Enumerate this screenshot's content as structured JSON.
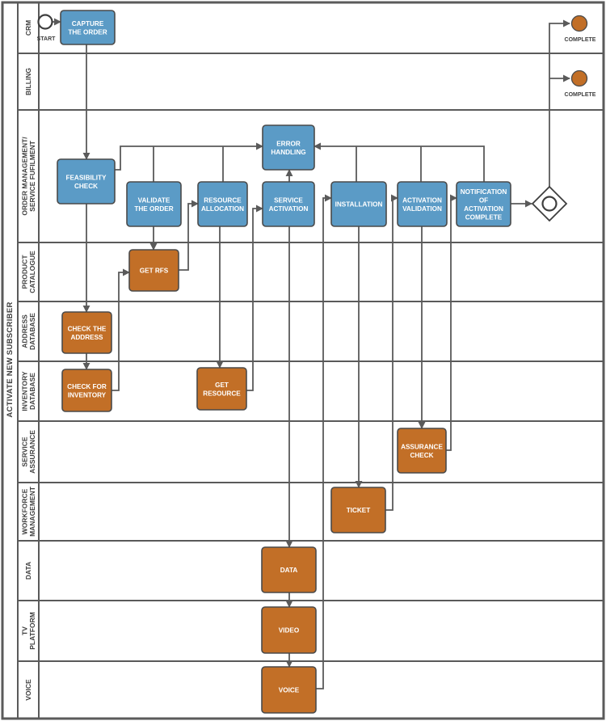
{
  "pool": {
    "title": "ACTIVATE NEW SUBSCRIBER"
  },
  "lanes": [
    {
      "id": "crm",
      "lines": [
        "CRM"
      ]
    },
    {
      "id": "billing",
      "lines": [
        "BILLING"
      ]
    },
    {
      "id": "order-management",
      "lines": [
        "ORDER MANAGEMENT/",
        "SERVICE FUFILMENT"
      ]
    },
    {
      "id": "product-catalogue",
      "lines": [
        "PRODUCT",
        "CATALOGUE"
      ]
    },
    {
      "id": "address-database",
      "lines": [
        "ADDRESS",
        "DATABASE"
      ]
    },
    {
      "id": "inventory-database",
      "lines": [
        "INVENTORY",
        "DATABASE"
      ]
    },
    {
      "id": "service-assurance",
      "lines": [
        "SERVICE",
        "ASSURANCE"
      ]
    },
    {
      "id": "workforce-management",
      "lines": [
        "WORKFORCE",
        "MANAGEMENT"
      ]
    },
    {
      "id": "data",
      "lines": [
        "DATA"
      ]
    },
    {
      "id": "tv-platform",
      "lines": [
        "TV",
        "PLATFORM"
      ]
    },
    {
      "id": "voice",
      "lines": [
        "VOICE"
      ]
    }
  ],
  "events": {
    "start_label": "START",
    "end_crm_label": "Complete",
    "end_billing_label": "Complete"
  },
  "tasks": [
    {
      "id": "capture-order",
      "kind": "blue",
      "lines": [
        "CAPTURE",
        "THE ORDER"
      ]
    },
    {
      "id": "feasibility-check",
      "kind": "blue",
      "lines": [
        "FEASIBILITY",
        "CHECK"
      ]
    },
    {
      "id": "validate-order",
      "kind": "blue",
      "lines": [
        "VALIDATE",
        "THE ORDER"
      ]
    },
    {
      "id": "resource-allocation",
      "kind": "blue",
      "lines": [
        "RESOURCE",
        "ALLOCATION"
      ]
    },
    {
      "id": "service-activation",
      "kind": "blue",
      "lines": [
        "SERVICE",
        "ACTIVATION"
      ]
    },
    {
      "id": "error-handling",
      "kind": "blue",
      "lines": [
        "ERROR",
        "HANDLING"
      ]
    },
    {
      "id": "installation",
      "kind": "blue",
      "lines": [
        "INSTALLATION"
      ]
    },
    {
      "id": "activation-validation",
      "kind": "blue",
      "lines": [
        "ACTIVATION",
        "VALIDATION"
      ]
    },
    {
      "id": "notification",
      "kind": "blue",
      "lines": [
        "NOTIFICATION",
        "OF",
        "ACTIVATION",
        "COMPLETE"
      ]
    },
    {
      "id": "get-rfs",
      "kind": "orange",
      "lines": [
        "GET RFS"
      ]
    },
    {
      "id": "check-address",
      "kind": "orange",
      "lines": [
        "CHECK THE",
        "ADDRESS"
      ]
    },
    {
      "id": "check-inventory",
      "kind": "orange",
      "lines": [
        "CHECK FOR",
        "INVENTORY"
      ]
    },
    {
      "id": "get-resource",
      "kind": "orange",
      "lines": [
        "GET",
        "RESOURCE"
      ]
    },
    {
      "id": "assurance-check",
      "kind": "orange",
      "lines": [
        "ASSURANCE",
        "CHECK"
      ]
    },
    {
      "id": "ticket",
      "kind": "orange",
      "lines": [
        "TICKET"
      ]
    },
    {
      "id": "data-task",
      "kind": "orange",
      "lines": [
        "DATA"
      ]
    },
    {
      "id": "video",
      "kind": "orange",
      "lines": [
        "VIDEO"
      ]
    },
    {
      "id": "voice-task",
      "kind": "orange",
      "lines": [
        "VOICE"
      ]
    }
  ],
  "colors": {
    "system_task": "#5b9bc6",
    "external_task": "#c26f27",
    "lines": "#5a5a5a",
    "text": "#3e3e3e"
  }
}
